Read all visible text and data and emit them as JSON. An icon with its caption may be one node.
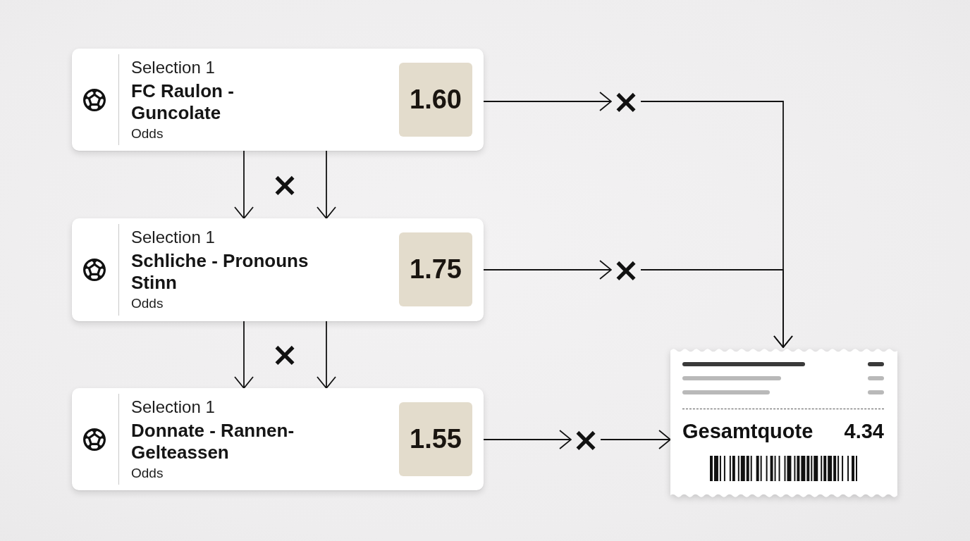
{
  "diagram": {
    "nodes": [
      {
        "text": [
          "Selection 1",
          "FC Raulon - Guncolate",
          "Odds"
        ]
      },
      {
        "text": [
          "1.60"
        ],
        "in": 0
      },
      {
        "text": [
          "Selection 1",
          "Schliche - Pronouns Stinn",
          "Odds"
        ]
      },
      {
        "text": [
          "1.75"
        ],
        "in": 2
      },
      {
        "text": [
          "Selection 1",
          "Donnate - Rannen-Gelteassen",
          "Odds"
        ]
      },
      {
        "text": [
          "1.55"
        ],
        "in": 4
      },
      {
        "text": [
          "×"
        ]
      },
      {
        "text": [
          "×"
        ]
      },
      {
        "text": [
          "×"
        ]
      },
      {
        "text": [
          "Gesamtquote",
          "4.34"
        ]
      }
    ],
    "edges": [
      {
        "from": 0,
        "to": 2,
        "arrow": "to"
      },
      {
        "from": 0,
        "to": 2,
        "arrow": "to"
      },
      {
        "from": 2,
        "to": 4,
        "arrow": "to"
      },
      {
        "from": 2,
        "to": 4,
        "arrow": "to"
      },
      {
        "from": 0,
        "to": 6,
        "arrow": "to"
      },
      {
        "from": 6,
        "to": 9,
        "arrow": "to"
      },
      {
        "from": 2,
        "to": 7,
        "arrow": "to"
      },
      {
        "from": 7,
        "to": 9,
        "arrow": "to"
      },
      {
        "from": 4,
        "to": 8,
        "arrow": "to"
      },
      {
        "from": 8,
        "to": 9,
        "arrow": "to"
      }
    ],
    "labels": [
      "×",
      "×"
    ]
  }
}
